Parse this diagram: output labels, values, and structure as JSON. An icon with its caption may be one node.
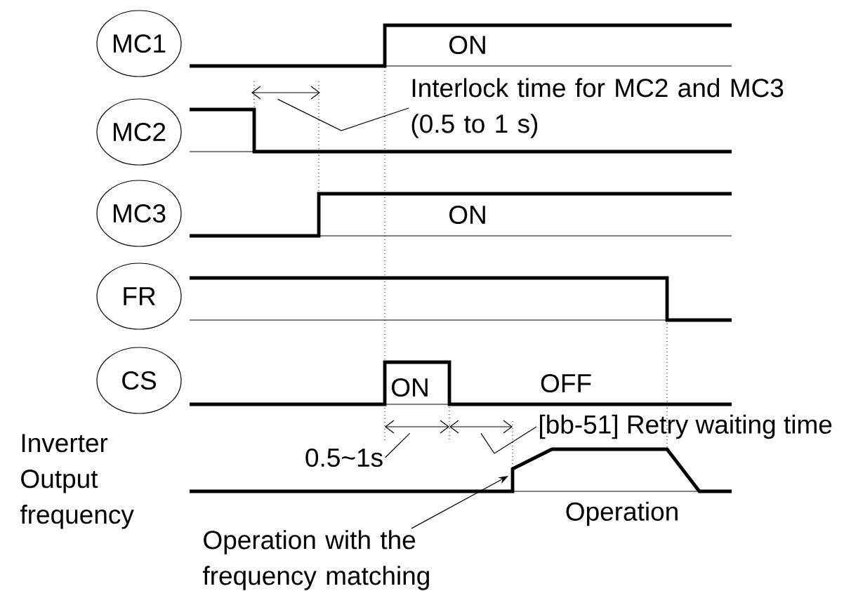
{
  "diagram": {
    "nodes": [
      {
        "text": [
          "MC1"
        ]
      },
      {
        "text": [
          "MC2"
        ]
      },
      {
        "text": [
          "MC3"
        ]
      },
      {
        "text": [
          "FR"
        ]
      },
      {
        "text": [
          "CS"
        ]
      },
      {
        "text": [
          "Interlock time for MC2 and MC3 (0.5 to 1 s)"
        ]
      },
      {
        "text": [
          "0.5~1s"
        ]
      },
      {
        "text": [
          "[bb-51] Retry waiting time"
        ]
      },
      {
        "text": [
          "Operation with the frequency matching"
        ]
      },
      {
        "text": [],
        "shape": "arrow"
      },
      {
        "text": [],
        "shape": "arrow"
      },
      {
        "text": [],
        "shape": "arrow"
      }
    ],
    "edges": [
      {
        "from": 5,
        "to": 9,
        "arrow": "none"
      },
      {
        "from": 6,
        "to": 10,
        "arrow": "none"
      },
      {
        "from": 7,
        "to": 11,
        "arrow": "none"
      },
      {
        "from": 8,
        "to": null,
        "arrow": "to"
      }
    ],
    "labels": [
      "ON",
      "ON",
      "ON",
      "OFF",
      "Inverter Output frequency",
      "Operation"
    ]
  }
}
